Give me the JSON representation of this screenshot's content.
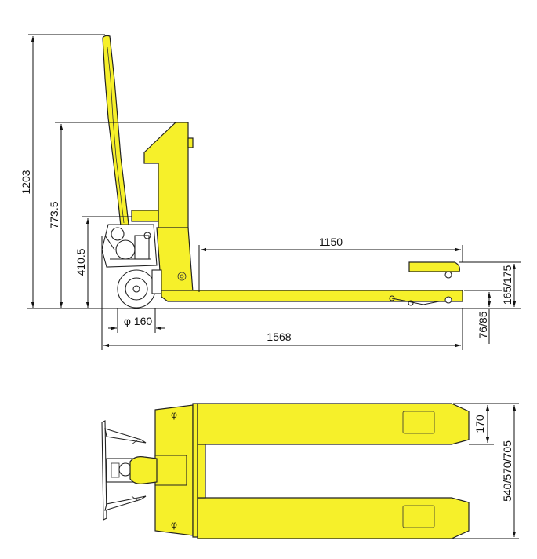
{
  "colors": {
    "body": "#f6f02a",
    "line": "#222222",
    "background": "#ffffff"
  },
  "side_view": {
    "dim_total_height": "1203",
    "dim_handle_height": "773.5",
    "dim_frame_height": "410.5",
    "dim_fork_length": "1150",
    "dim_fork_height": "165/175",
    "dim_lowered_height": "76/85",
    "dim_wheel": "φ 160",
    "dim_total_length": "1568"
  },
  "top_view": {
    "dim_fork_width": "170",
    "dim_overall_width": "540/570/705",
    "phi_upper": "φ",
    "phi_lower": "φ"
  }
}
